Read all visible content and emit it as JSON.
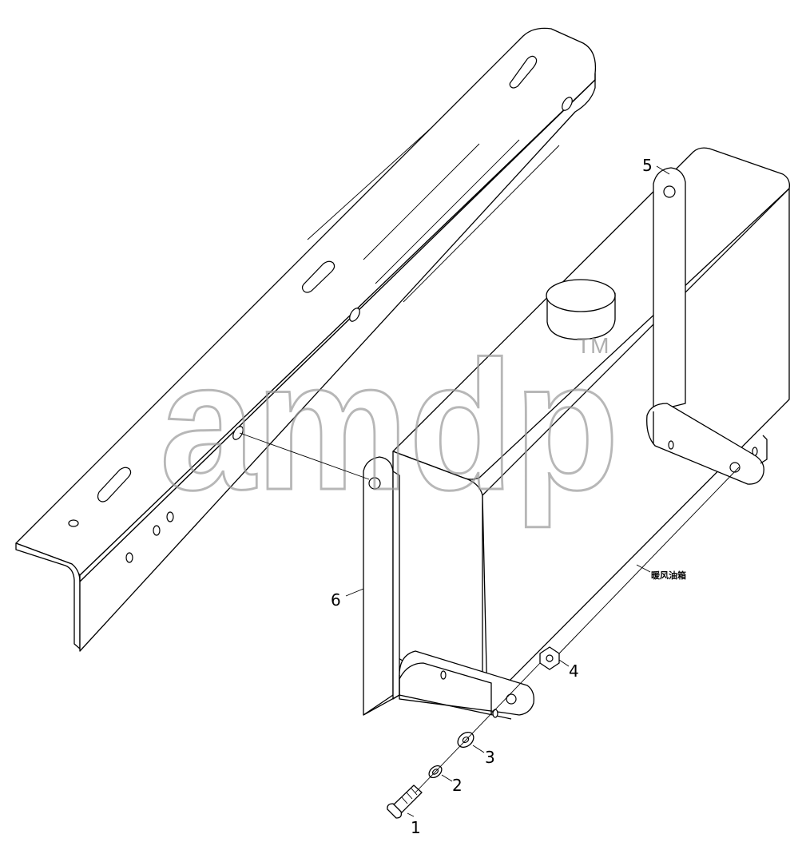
{
  "diagram": {
    "callouts": [
      {
        "id": "1",
        "label": "1"
      },
      {
        "id": "2",
        "label": "2"
      },
      {
        "id": "3",
        "label": "3"
      },
      {
        "id": "4",
        "label": "4"
      },
      {
        "id": "5",
        "label": "5"
      },
      {
        "id": "6",
        "label": "6"
      }
    ],
    "annotation": "暖风油箱",
    "watermark": {
      "text": "amdp",
      "trademark": "TM"
    }
  }
}
